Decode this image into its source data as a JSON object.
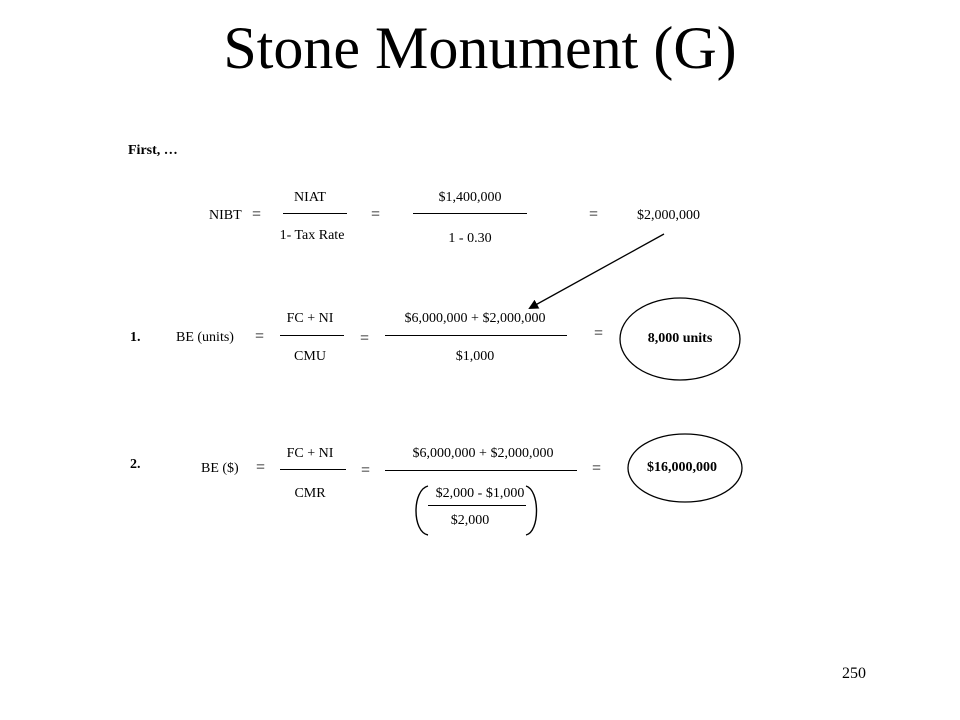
{
  "slide": {
    "title": "Stone Monument (G)",
    "page_number": "250",
    "intro": "First, …"
  },
  "nibt_row": {
    "lhs": "NIBT",
    "eq": "=",
    "numerator": "NIAT",
    "denominator": "1- Tax Rate",
    "value_numerator": "$1,400,000",
    "value_denominator": "1 -  0.30",
    "result": "$2,000,000"
  },
  "row1": {
    "number": "1.",
    "lhs": "BE (units)",
    "eq": "=",
    "numerator": "FC + NI",
    "denominator": "CMU",
    "value_numerator": "$6,000,000 + $2,000,000",
    "value_denominator": "$1,000",
    "result": "8,000 units"
  },
  "row2": {
    "number": "2.",
    "lhs": "BE ($)",
    "eq": "=",
    "numerator": "FC + NI",
    "denominator": "CMR",
    "value_numerator": "$6,000,000 + $2,000,000",
    "value_denominator_top": "$2,000 - $1,000",
    "value_denominator_bottom": "$2,000",
    "result": "$16,000,000"
  }
}
